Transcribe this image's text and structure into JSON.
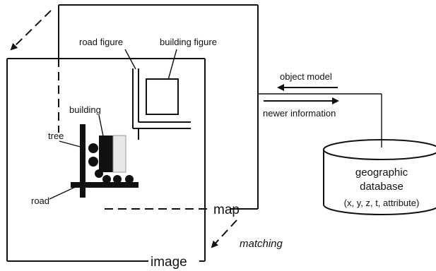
{
  "labels": {
    "road_figure": "road figure",
    "building_figure": "building figure",
    "building": "building",
    "tree": "tree",
    "road": "road",
    "map": "map",
    "image": "image",
    "matching": "matching",
    "object_model": "object model",
    "newer_information": "newer information",
    "database_line1": "geographic",
    "database_line2": "database",
    "database_line3": "(x, y, z, t, attribute)"
  }
}
